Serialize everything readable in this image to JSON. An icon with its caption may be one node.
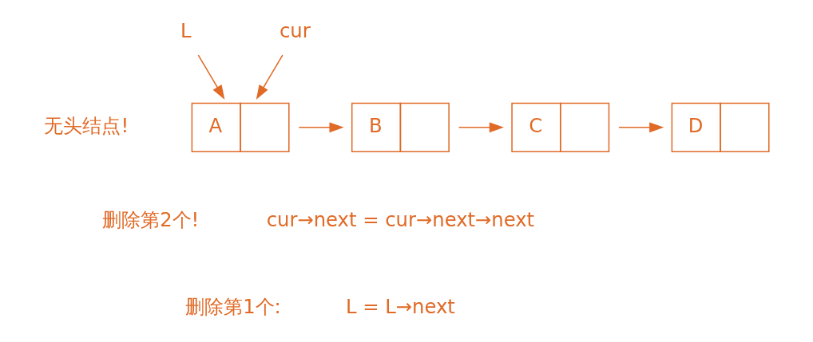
{
  "diagram": {
    "nodes": [
      {
        "text": [
          "L"
        ]
      },
      {
        "text": [
          "cur"
        ]
      },
      {
        "text": [
          "A"
        ]
      },
      {
        "text": [
          "B"
        ]
      },
      {
        "text": [
          "C"
        ]
      },
      {
        "text": [
          "D"
        ]
      }
    ],
    "edges": [
      {
        "from": 0,
        "to": 2,
        "arrow": "to"
      },
      {
        "from": 1,
        "to": 2,
        "arrow": "to"
      },
      {
        "from": 2,
        "to": 3,
        "arrow": "to"
      },
      {
        "from": 3,
        "to": 4,
        "arrow": "to"
      },
      {
        "from": 4,
        "to": 5,
        "arrow": "to"
      }
    ],
    "labels": [
      "无头结点!",
      "删除第2个!",
      "cur→next = cur→next→next",
      "删除第1个:",
      "L = L→next"
    ]
  }
}
